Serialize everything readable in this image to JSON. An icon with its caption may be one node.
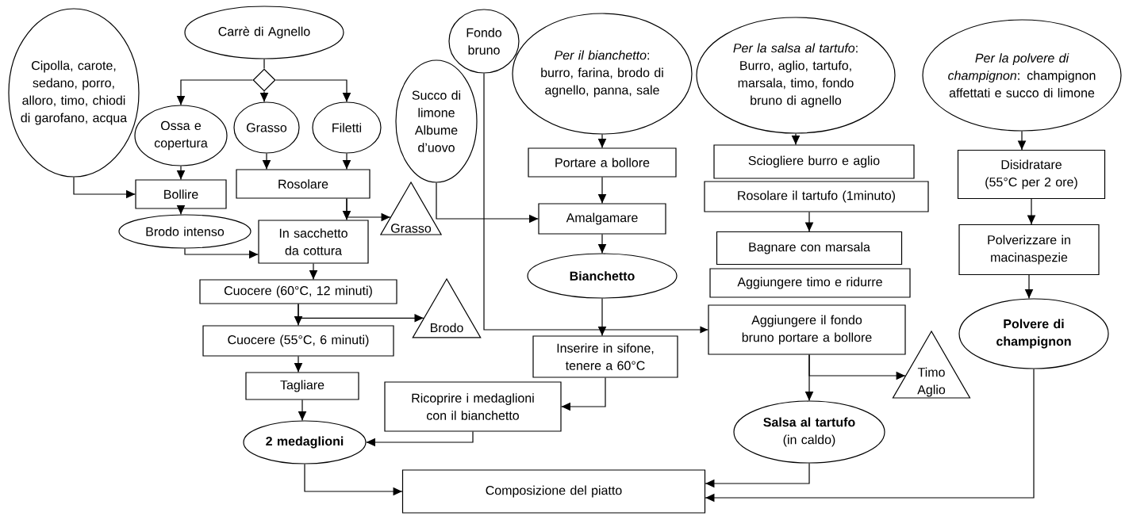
{
  "diagram": {
    "nodes": [
      {
        "text": [
          "Cipolla, carote, sedano, porro, alloro, timo, chiodi di garofano, acqua"
        ]
      },
      {
        "text": [
          "Carrè di Agnello"
        ]
      },
      {
        "text": [],
        "shape": "diamond"
      },
      {
        "text": [
          "Ossa e copertura"
        ]
      },
      {
        "text": [
          "Grasso"
        ]
      },
      {
        "text": [
          "Filetti"
        ]
      },
      {
        "text": [
          "Bollire"
        ]
      },
      {
        "text": [
          "Rosolare"
        ]
      },
      {
        "text": [
          "Brodo intenso"
        ]
      },
      {
        "text": [
          "In sacchetto da cottura"
        ]
      },
      {
        "text": [
          "Grasso"
        ]
      },
      {
        "text": [
          "Cuocere (60°C, 12 minuti)"
        ]
      },
      {
        "text": [
          "Brodo"
        ]
      },
      {
        "text": [
          "Cuocere (55°C, 6 minuti)"
        ]
      },
      {
        "text": [
          "Tagliare"
        ]
      },
      {
        "text": [
          "Ricoprire i medaglioni con il bianchetto"
        ]
      },
      {
        "text": [
          "2 medaglioni"
        ]
      },
      {
        "text": [
          "Composizione del piatto"
        ]
      },
      {
        "text": [
          "Fondo bruno"
        ]
      },
      {
        "text": [
          "Succo di limone Albume d’uovo"
        ]
      },
      {
        "text": [
          "*Per il bianchetto*: burro, farina, brodo di agnello, panna, sale"
        ]
      },
      {
        "text": [
          "Portare a bollore"
        ]
      },
      {
        "text": [
          "Amalgamare"
        ]
      },
      {
        "text": [
          "Bianchetto"
        ]
      },
      {
        "text": [
          "Inserire in sifone, tenere a 60°C"
        ]
      },
      {
        "text": [
          "*Per la salsa al tartufo*: Burro, aglio, tartufo, marsala, timo, fondo bruno di agnello"
        ]
      },
      {
        "text": [
          "Sciogliere burro e aglio"
        ]
      },
      {
        "text": [
          "Rosolare il tartufo (1minuto)"
        ]
      },
      {
        "text": [
          "Bagnare con marsala"
        ]
      },
      {
        "text": [
          "Aggiungere timo e ridurre"
        ]
      },
      {
        "text": [
          "Aggiungere il fondo bruno portare a bollore"
        ]
      },
      {
        "text": [
          "Timo Aglio"
        ]
      },
      {
        "text": [
          "**Salsa al tartufo** (in caldo)"
        ]
      },
      {
        "text": [
          "*Per la polvere di champignon*: champignon affettati e succo di limone"
        ]
      },
      {
        "text": [
          "Disidratare (55°C per 2 ore)"
        ]
      },
      {
        "text": [
          "Polverizzare in macinaspezie"
        ]
      },
      {
        "text": [
          "Polvere di champignon"
        ]
      }
    ],
    "edges": [
      {
        "from": 1,
        "to": 2,
        "arrow": "none"
      },
      {
        "from": 2,
        "to": 3,
        "arrow": "to"
      },
      {
        "from": 2,
        "to": 4,
        "arrow": "to"
      },
      {
        "from": 2,
        "to": 5,
        "arrow": "to"
      },
      {
        "from": 3,
        "to": 6,
        "arrow": "to"
      },
      {
        "from": 0,
        "to": 6,
        "arrow": "to"
      },
      {
        "from": 4,
        "to": 7,
        "arrow": "to"
      },
      {
        "from": 5,
        "to": 7,
        "arrow": "to"
      },
      {
        "from": 6,
        "to": 8,
        "arrow": "to"
      },
      {
        "from": 7,
        "to": 9,
        "arrow": "to"
      },
      {
        "from": 7,
        "to": 10,
        "arrow": "to"
      },
      {
        "from": 8,
        "to": 9,
        "arrow": "to"
      },
      {
        "from": 9,
        "to": 11,
        "arrow": "to"
      },
      {
        "from": 11,
        "to": 13,
        "arrow": "to"
      },
      {
        "from": 11,
        "to": 12,
        "arrow": "to"
      },
      {
        "from": 13,
        "to": 14,
        "arrow": "to"
      },
      {
        "from": 14,
        "to": 16,
        "arrow": "to"
      },
      {
        "from": 24,
        "to": 15,
        "arrow": "to"
      },
      {
        "from": 15,
        "to": 16,
        "arrow": "to"
      },
      {
        "from": 16,
        "to": 17,
        "arrow": "to"
      },
      {
        "from": 18,
        "to": 30,
        "arrow": "to"
      },
      {
        "from": 19,
        "to": 22,
        "arrow": "to"
      },
      {
        "from": 20,
        "to": 21,
        "arrow": "to"
      },
      {
        "from": 21,
        "to": 22,
        "arrow": "to"
      },
      {
        "from": 22,
        "to": 23,
        "arrow": "to"
      },
      {
        "from": 23,
        "to": 24,
        "arrow": "to"
      },
      {
        "from": 25,
        "to": 26,
        "arrow": "to"
      },
      {
        "from": 27,
        "to": 28,
        "arrow": "to"
      },
      {
        "from": 30,
        "to": 32,
        "arrow": "to"
      },
      {
        "from": 30,
        "to": 31,
        "arrow": "to"
      },
      {
        "from": 32,
        "to": 17,
        "arrow": "to"
      },
      {
        "from": 36,
        "to": 17,
        "arrow": "to"
      },
      {
        "from": 33,
        "to": 34,
        "arrow": "to"
      },
      {
        "from": 34,
        "to": 35,
        "arrow": "to"
      },
      {
        "from": 35,
        "to": 36,
        "arrow": "to"
      }
    ]
  }
}
